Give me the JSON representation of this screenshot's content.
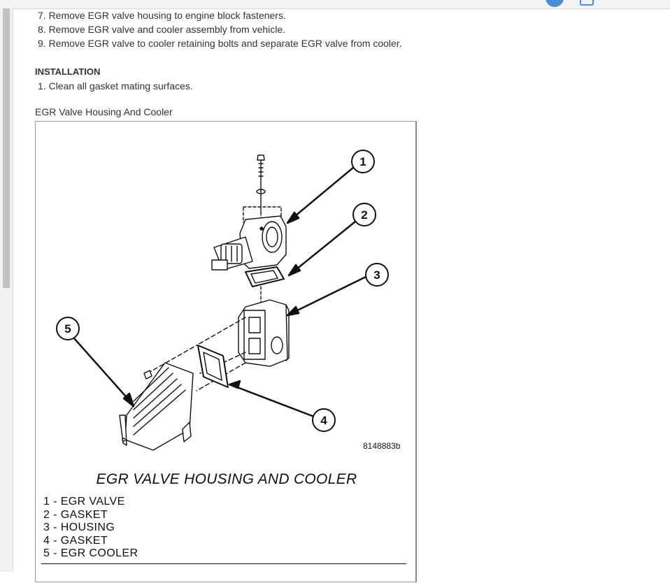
{
  "steps": [
    "7. Remove EGR valve housing to engine block fasteners.",
    "8. Remove EGR valve and cooler assembly from vehicle.",
    "9. Remove EGR valve to cooler retaining bolts and separate EGR valve from cooler."
  ],
  "installation": {
    "heading": "INSTALLATION",
    "steps": [
      "1. Clean all gasket mating surfaces."
    ]
  },
  "figure": {
    "caption": "EGR Valve Housing And Cooler",
    "code": "8148883b",
    "title": "EGR VALVE HOUSING AND COOLER",
    "callouts": [
      "1",
      "2",
      "3",
      "4",
      "5"
    ],
    "legend": [
      "1 - EGR VALVE",
      "2 - GASKET",
      "3 - HOUSING",
      "4 - GASKET",
      "5 - EGR COOLER"
    ]
  }
}
